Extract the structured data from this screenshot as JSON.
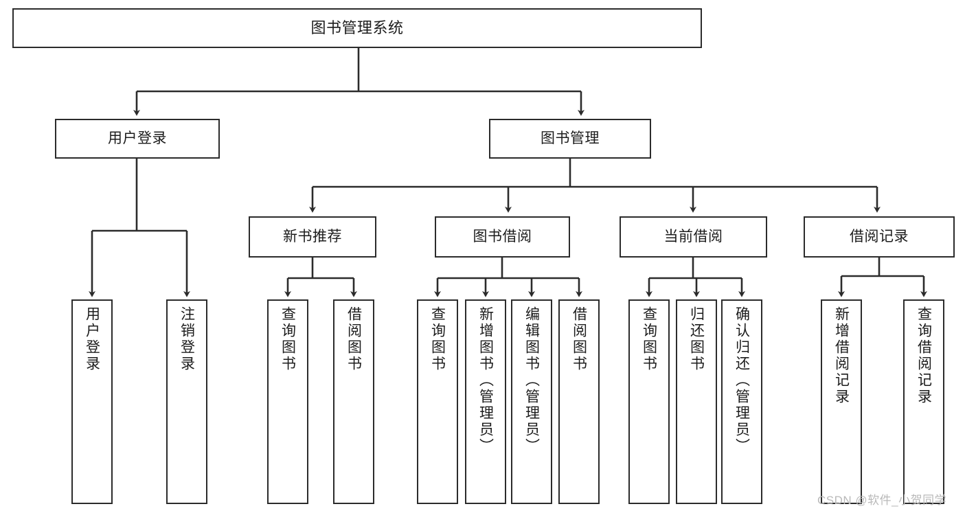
{
  "diagram": {
    "title": "图书管理系统",
    "type": "functional-structure-tree",
    "colors": {
      "background": "#ffffff",
      "box_border": "#2b2b2b",
      "connector": "#2b2b2b",
      "text": "#1c1c1c",
      "watermark": "#b9b9b9"
    },
    "root": {
      "label": "图书管理系统"
    },
    "level2": [
      {
        "label": "用户登录"
      },
      {
        "label": "图书管理"
      }
    ],
    "level3": [
      {
        "label": "新书推荐"
      },
      {
        "label": "图书借阅"
      },
      {
        "label": "当前借阅"
      },
      {
        "label": "借阅记录"
      }
    ],
    "leaves": {
      "user_login": [
        {
          "label": "用户登录"
        },
        {
          "label": "注销登录"
        }
      ],
      "new_book_recommend": [
        {
          "label": "查询图书"
        },
        {
          "label": "借阅图书"
        }
      ],
      "book_borrow": [
        {
          "label": "查询图书"
        },
        {
          "label": "新增图书（管理员）"
        },
        {
          "label": "编辑图书（管理员）"
        },
        {
          "label": "借阅图书"
        }
      ],
      "current_borrow": [
        {
          "label": "查询图书"
        },
        {
          "label": "归还图书"
        },
        {
          "label": "确认归还（管理员）"
        }
      ],
      "borrow_record": [
        {
          "label": "新增借阅记录"
        },
        {
          "label": "查询借阅记录"
        }
      ]
    },
    "watermark": "CSDN @软件_小贺同学"
  }
}
